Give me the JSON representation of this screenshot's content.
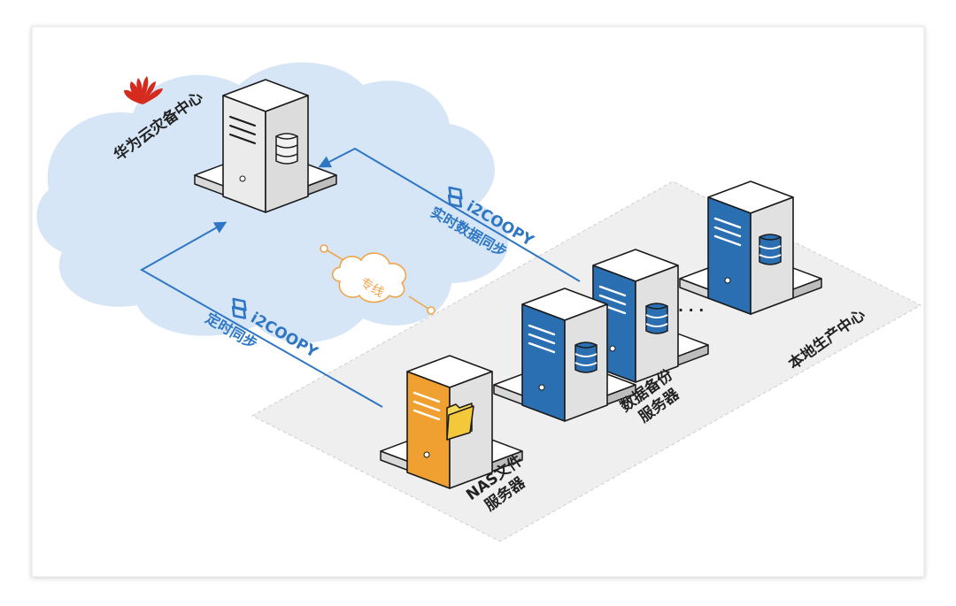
{
  "colors": {
    "cloud": "#d6e6f7",
    "local_zone": "#efefef",
    "sync_line": "#2f77c4",
    "special_line": "#f0a448",
    "server_blue": "#2b6fb3",
    "server_orange": "#f0a030",
    "server_gray": "#e1e1e1",
    "huawei_red": "#d52b1e",
    "text_dark": "#222222",
    "brand_blue": "#2f77c4"
  },
  "cloud_center": {
    "logo_icon": "huawei-logo-icon",
    "label": "华为云灾备中心"
  },
  "realtime_sync": {
    "brand": "i2COOPY",
    "label": "实时数据同步",
    "icon": "i2coopy-logo-icon"
  },
  "scheduled_sync": {
    "brand": "i2COOPY",
    "label": "定时同步",
    "icon": "i2coopy-logo-icon"
  },
  "special_line": {
    "label": "专线",
    "icon": "cloud-icon"
  },
  "local_center": {
    "label": "本地生产中心"
  },
  "nas_server": {
    "label_line1": "NAS文件",
    "label_line2": "服务器",
    "icon": "folder-icon"
  },
  "backup_servers": {
    "label_line1": "数据备份",
    "label_line2": "服务器",
    "icon": "database-icon",
    "ellipsis": "· · ·"
  }
}
